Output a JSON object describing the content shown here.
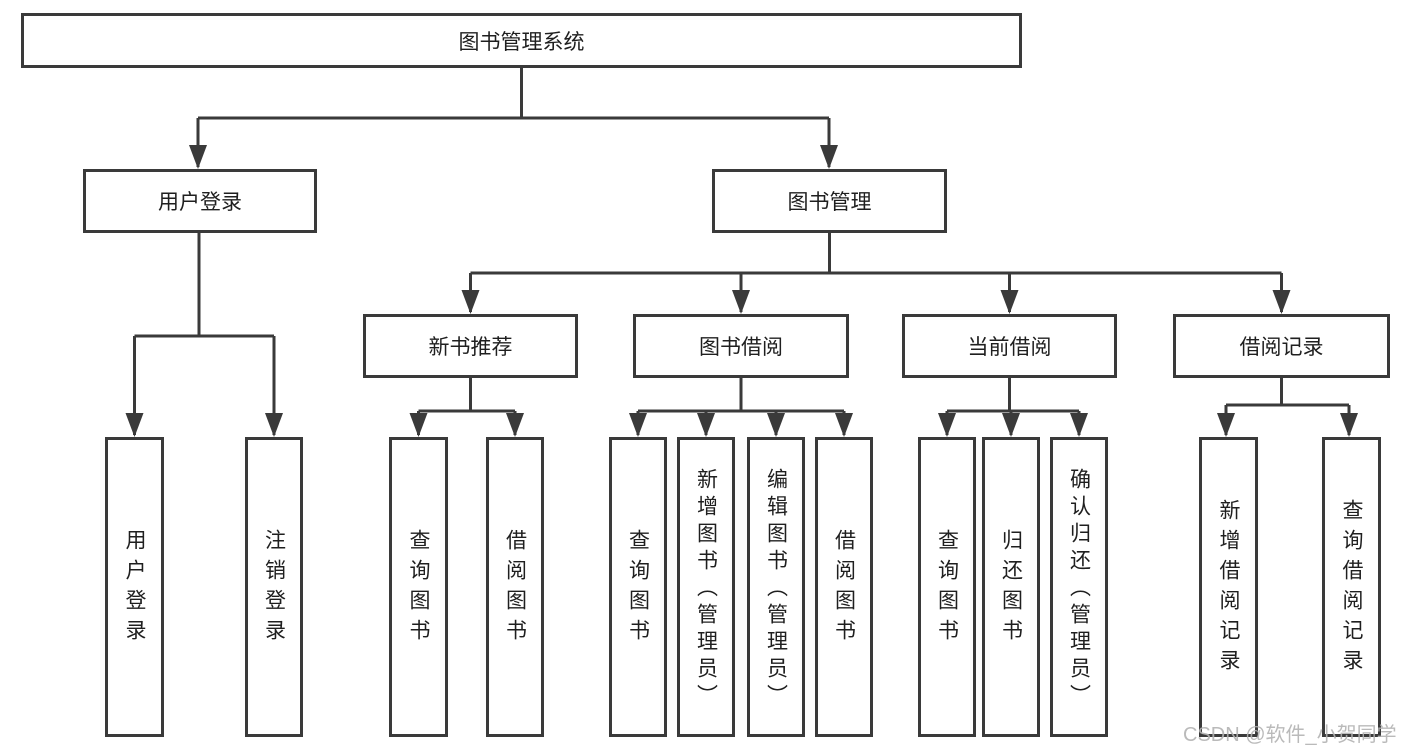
{
  "diagram": {
    "root": {
      "label": "图书管理系统"
    },
    "level2": [
      {
        "label": "用户登录"
      },
      {
        "label": "图书管理"
      }
    ],
    "level3": [
      {
        "label": "新书推荐",
        "parent": "图书管理"
      },
      {
        "label": "图书借阅",
        "parent": "图书管理"
      },
      {
        "label": "当前借阅",
        "parent": "图书管理"
      },
      {
        "label": "借阅记录",
        "parent": "图书管理"
      }
    ],
    "leaves": [
      {
        "label": "用户登录",
        "parent": "用户登录"
      },
      {
        "label": "注销登录",
        "parent": "用户登录"
      },
      {
        "label": "查询图书",
        "parent": "新书推荐"
      },
      {
        "label": "借阅图书",
        "parent": "新书推荐"
      },
      {
        "label": "查询图书",
        "parent": "图书借阅"
      },
      {
        "label": "新增图书（管理员）",
        "parent": "图书借阅"
      },
      {
        "label": "编辑图书（管理员）",
        "parent": "图书借阅"
      },
      {
        "label": "借阅图书",
        "parent": "图书借阅"
      },
      {
        "label": "查询图书",
        "parent": "当前借阅"
      },
      {
        "label": "归还图书",
        "parent": "当前借阅"
      },
      {
        "label": "确认归还（管理员）",
        "parent": "当前借阅"
      },
      {
        "label": "新增借阅记录",
        "parent": "借阅记录"
      },
      {
        "label": "查询借阅记录",
        "parent": "借阅记录"
      }
    ],
    "colors": {
      "line": "#3a3a3a",
      "text": "#1f1f1f",
      "background": "#ffffff",
      "watermark": "#b2b2b2"
    }
  },
  "watermark": "CSDN @软件_小贺同学"
}
